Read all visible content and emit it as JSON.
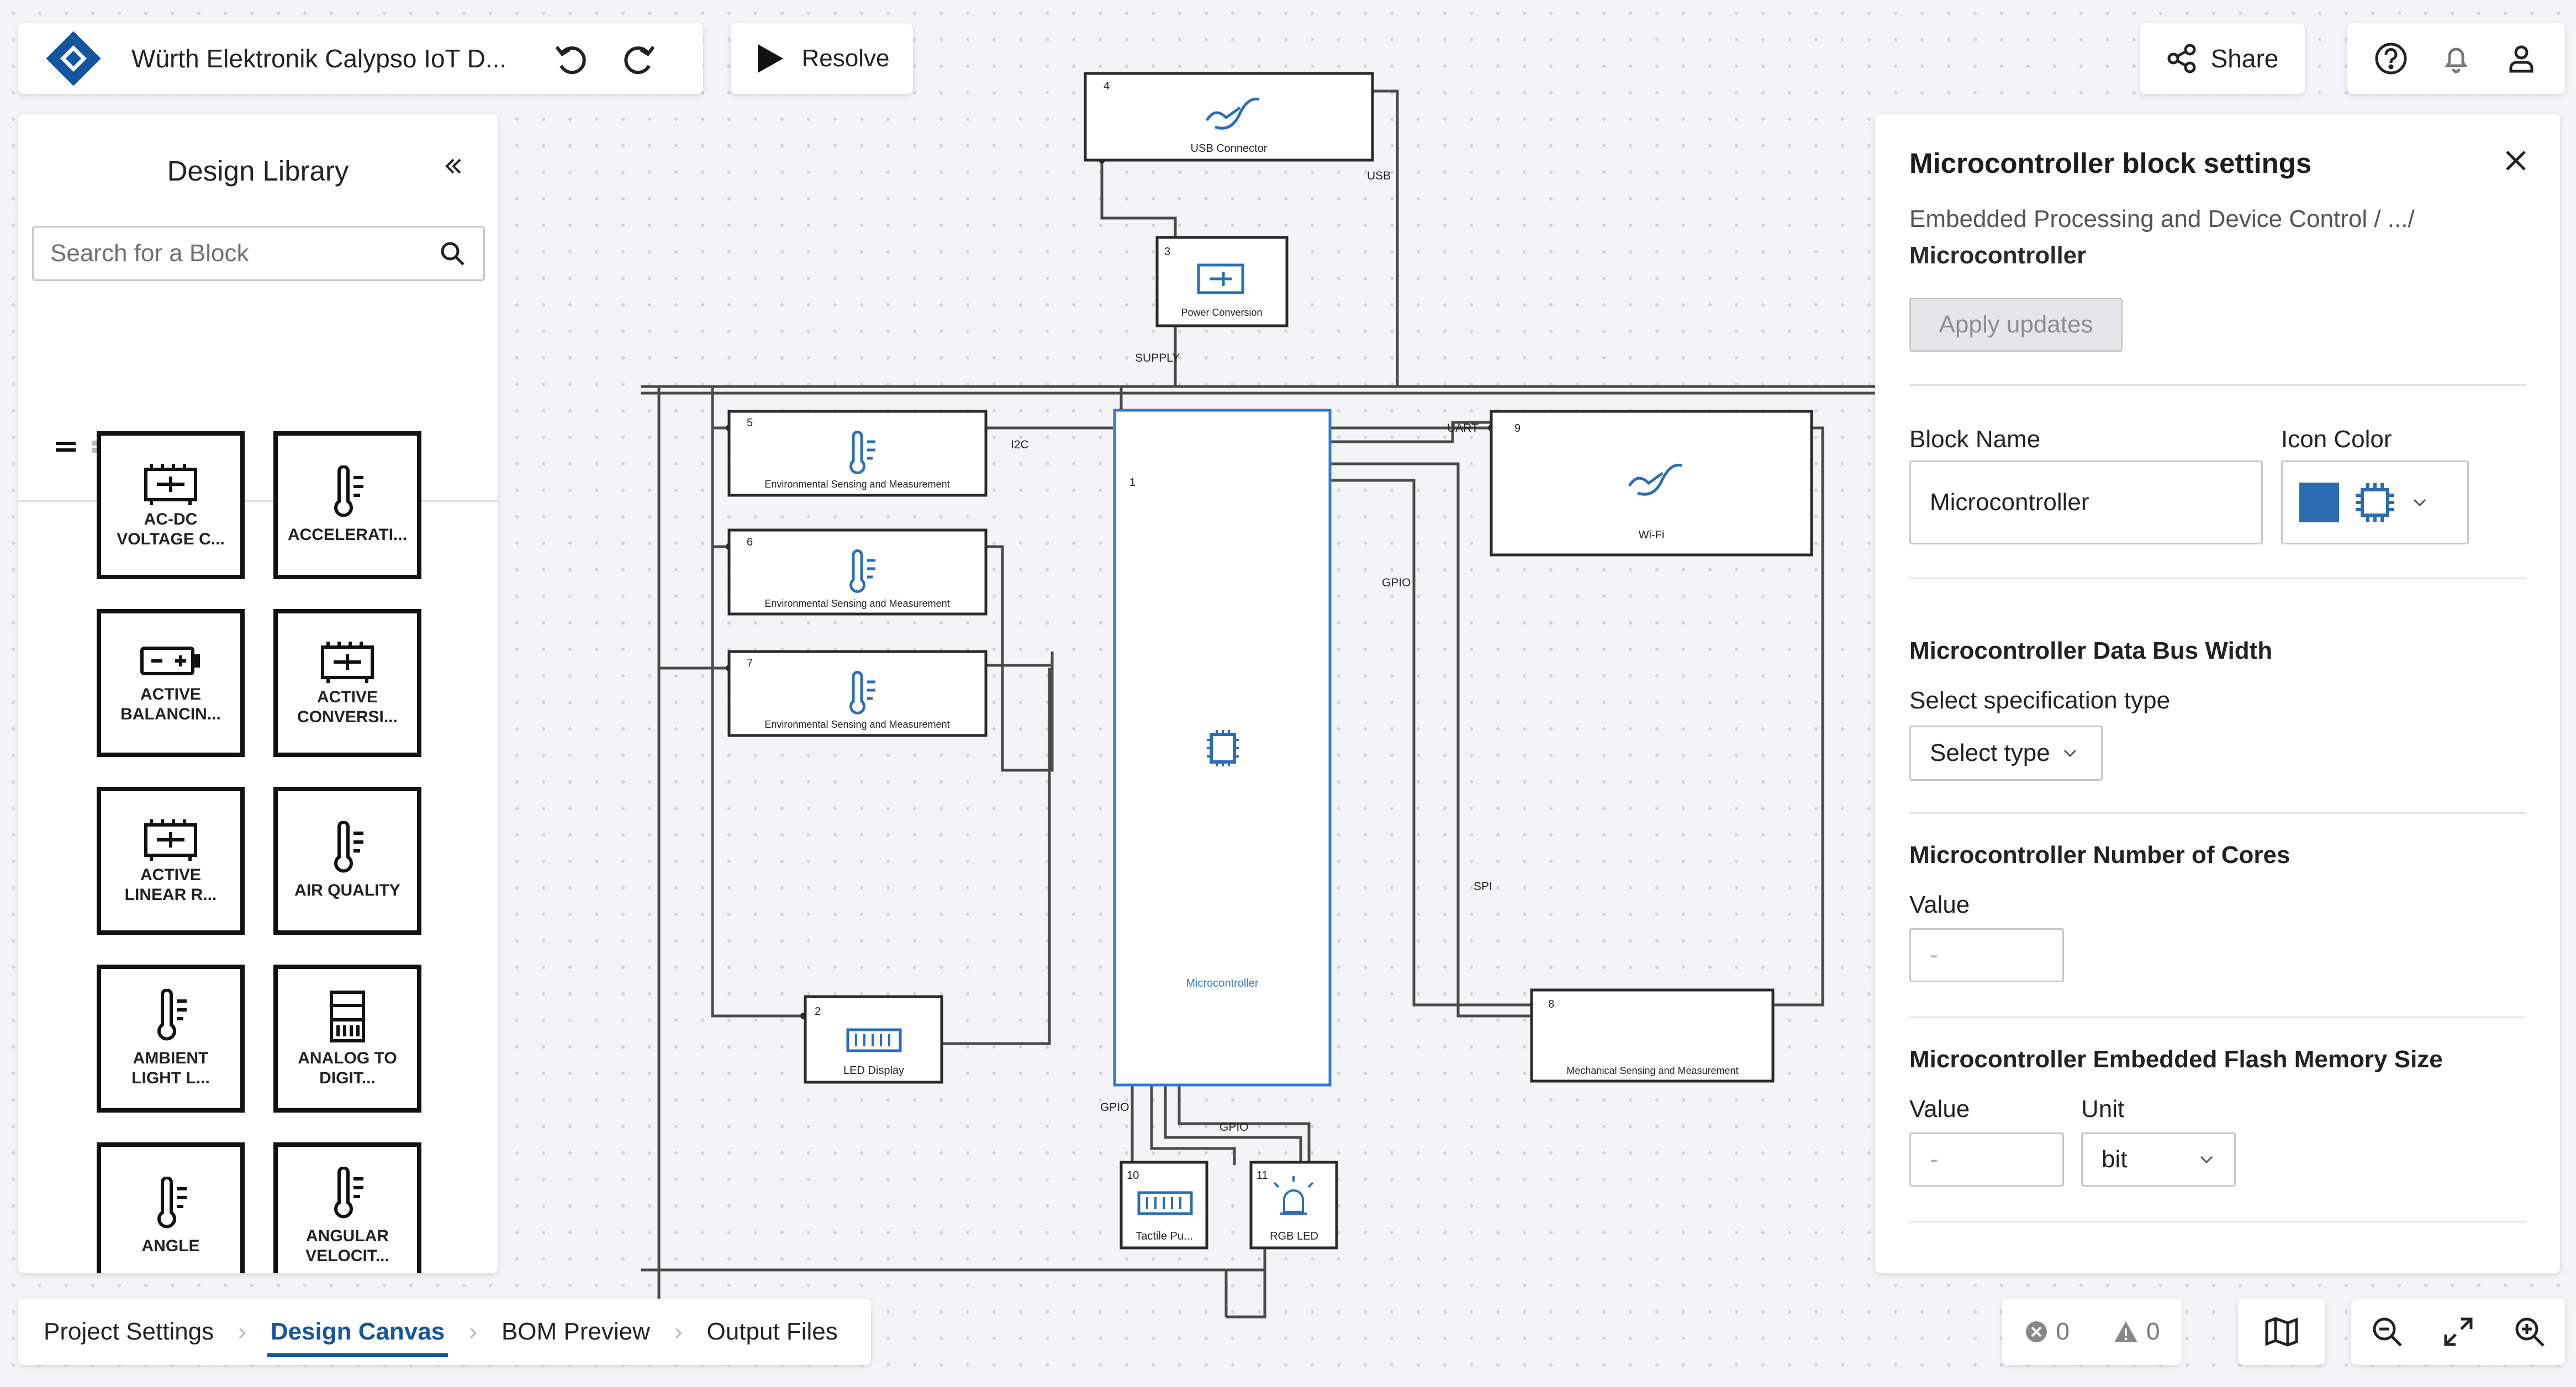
{
  "header": {
    "project_title": "Würth Elektronik Calypso IoT D...",
    "resolve_label": "Resolve",
    "share_label": "Share"
  },
  "library": {
    "title": "Design Library",
    "search_placeholder": "Search for a Block",
    "tiles": [
      {
        "line1": "AC-DC",
        "line2": "VOLTAGE C...",
        "icon": "power-conversion-icon"
      },
      {
        "line1": "",
        "line2": "ACCELERATI...",
        "icon": "thermometer-icon"
      },
      {
        "line1": "ACTIVE",
        "line2": "BALANCIN...",
        "icon": "battery-icon"
      },
      {
        "line1": "ACTIVE",
        "line2": "CONVERSI...",
        "icon": "power-conversion-icon"
      },
      {
        "line1": "ACTIVE",
        "line2": "LINEAR R...",
        "icon": "power-conversion-icon"
      },
      {
        "line1": "",
        "line2": "AIR QUALITY",
        "icon": "thermometer-icon"
      },
      {
        "line1": "AMBIENT",
        "line2": "LIGHT L...",
        "icon": "thermometer-icon"
      },
      {
        "line1": "ANALOG TO",
        "line2": "DIGIT...",
        "icon": "converter-icon"
      },
      {
        "line1": "",
        "line2": "ANGLE",
        "icon": "thermometer-icon"
      },
      {
        "line1": "ANGULAR",
        "line2": "VELOCIT...",
        "icon": "thermometer-icon"
      }
    ]
  },
  "canvas": {
    "blocks": [
      {
        "id": "4",
        "label": "USB Connector"
      },
      {
        "id": "3",
        "label": "Power Conversion"
      },
      {
        "id": "5",
        "label": "Environmental Sensing and Measurement"
      },
      {
        "id": "6",
        "label": "Environmental Sensing and Measurement"
      },
      {
        "id": "7",
        "label": "Environmental Sensing and Measurement"
      },
      {
        "id": "1",
        "label": "Microcontroller"
      },
      {
        "id": "9",
        "label": "Wi-Fi"
      },
      {
        "id": "2",
        "label": "LED Display"
      },
      {
        "id": "8",
        "label": "Mechanical Sensing and Measurement"
      },
      {
        "id": "10",
        "label": "Tactile Pu..."
      },
      {
        "id": "11",
        "label": "RGB LED"
      }
    ],
    "net_labels": {
      "usb": "USB",
      "supply": "SUPPLY",
      "i2c": "I2C",
      "uart": "UART",
      "gpio_right": "GPIO",
      "spi": "SPI",
      "gpio_left": "GPIO",
      "gpio_bottom": "GPIO"
    }
  },
  "settings": {
    "title": "Microcontroller block settings",
    "breadcrumb_path": "Embedded Processing and Device Control / .../",
    "breadcrumb_leaf": "Microcontroller",
    "apply_label": "Apply updates",
    "block_name_label": "Block Name",
    "block_name_value": "Microcontroller",
    "icon_color_label": "Icon Color",
    "icon_color": "#2b6cb0",
    "data_bus_title": "Microcontroller Data Bus Width",
    "spec_type_label": "Select specification type",
    "spec_type_value": "Select type",
    "cores_title": "Microcontroller Number of Cores",
    "cores_value_label": "Value",
    "cores_value": "-",
    "flash_title": "Microcontroller Embedded Flash Memory Size",
    "flash_value_label": "Value",
    "flash_unit_label": "Unit",
    "flash_value": "-",
    "flash_unit": "bit"
  },
  "bottom_nav": {
    "tabs": [
      "Project Settings",
      "Design Canvas",
      "BOM Preview",
      "Output Files"
    ],
    "active_tab": "Design Canvas"
  },
  "status": {
    "errors": "0",
    "warnings": "0"
  },
  "colors": {
    "accent": "#14569e",
    "selection": "#2f7bd6"
  }
}
